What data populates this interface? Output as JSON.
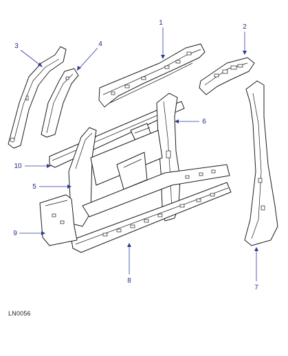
{
  "diagram": {
    "reference_code": "LN0056",
    "callouts": [
      {
        "id": "1",
        "label": "1"
      },
      {
        "id": "2",
        "label": "2"
      },
      {
        "id": "3",
        "label": "3"
      },
      {
        "id": "4",
        "label": "4"
      },
      {
        "id": "5",
        "label": "5"
      },
      {
        "id": "6",
        "label": "6"
      },
      {
        "id": "7",
        "label": "7"
      },
      {
        "id": "8",
        "label": "8"
      },
      {
        "id": "9",
        "label": "9"
      },
      {
        "id": "10",
        "label": "10"
      }
    ],
    "colors": {
      "linework": "#1a1a1a",
      "callout": "#1d2c8f",
      "background": "#ffffff"
    }
  }
}
